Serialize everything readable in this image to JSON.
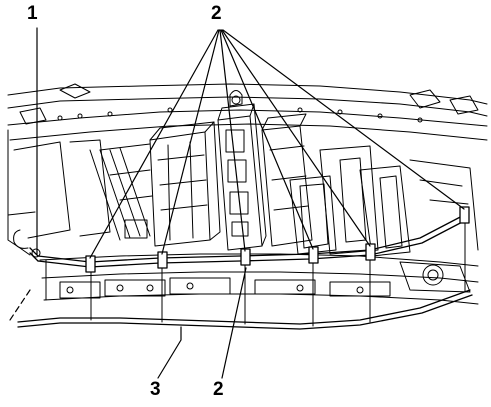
{
  "callouts": {
    "label_1": "1",
    "label_2_top": "2",
    "label_3": "3",
    "label_2_bottom": "2"
  },
  "colors": {
    "ink": "#000000",
    "paper": "#ffffff"
  }
}
